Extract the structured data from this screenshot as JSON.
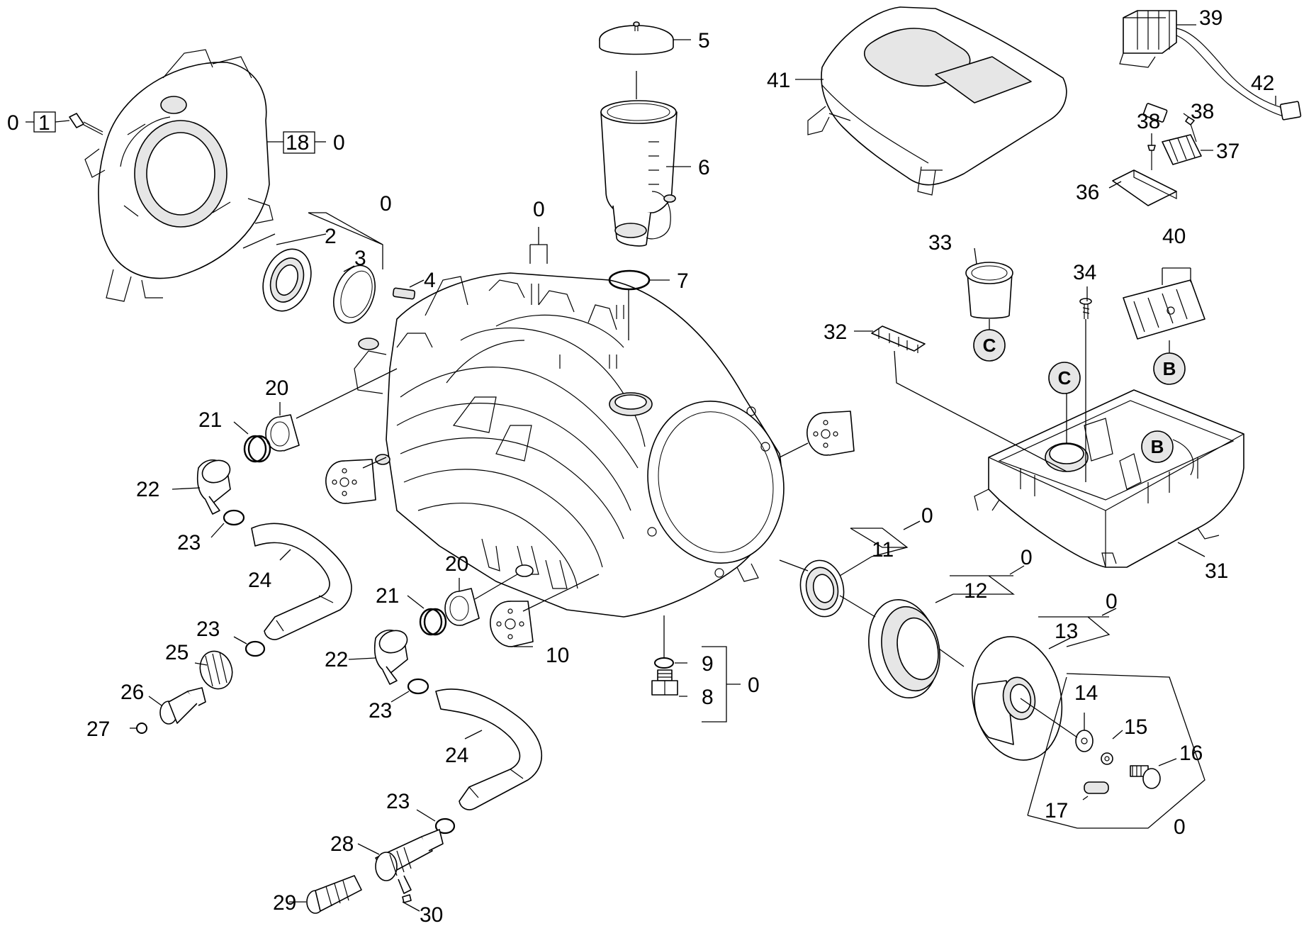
{
  "callouts": [
    {
      "id": "c1",
      "text": "0"
    },
    {
      "id": "c2",
      "text": "1"
    },
    {
      "id": "c3",
      "text": "18"
    },
    {
      "id": "c4",
      "text": "0"
    },
    {
      "id": "c5",
      "text": "0"
    },
    {
      "id": "c6",
      "text": "2"
    },
    {
      "id": "c7",
      "text": "3"
    },
    {
      "id": "c8",
      "text": "4"
    },
    {
      "id": "c9",
      "text": "0"
    },
    {
      "id": "c10",
      "text": "5"
    },
    {
      "id": "c11",
      "text": "6"
    },
    {
      "id": "c12",
      "text": "7"
    },
    {
      "id": "c13",
      "text": "41"
    },
    {
      "id": "c14",
      "text": "39"
    },
    {
      "id": "c15",
      "text": "42"
    },
    {
      "id": "c16",
      "text": "38"
    },
    {
      "id": "c17",
      "text": "38"
    },
    {
      "id": "c18",
      "text": "37"
    },
    {
      "id": "c19",
      "text": "36"
    },
    {
      "id": "c20",
      "text": "33"
    },
    {
      "id": "c21",
      "text": "40"
    },
    {
      "id": "c22",
      "text": "34"
    },
    {
      "id": "c23",
      "text": "32"
    },
    {
      "id": "c24",
      "text": "31"
    },
    {
      "id": "c25",
      "text": "20"
    },
    {
      "id": "c26",
      "text": "21"
    },
    {
      "id": "c27",
      "text": "22"
    },
    {
      "id": "c28",
      "text": "23"
    },
    {
      "id": "c29",
      "text": "24"
    },
    {
      "id": "c30",
      "text": "20"
    },
    {
      "id": "c31",
      "text": "21"
    },
    {
      "id": "c32",
      "text": "10"
    },
    {
      "id": "c33",
      "text": "23"
    },
    {
      "id": "c34",
      "text": "25"
    },
    {
      "id": "c35",
      "text": "22"
    },
    {
      "id": "c36",
      "text": "26"
    },
    {
      "id": "c37",
      "text": "27"
    },
    {
      "id": "c38",
      "text": "23"
    },
    {
      "id": "c39",
      "text": "24"
    },
    {
      "id": "c40",
      "text": "23"
    },
    {
      "id": "c41",
      "text": "28"
    },
    {
      "id": "c42",
      "text": "29"
    },
    {
      "id": "c43",
      "text": "30"
    },
    {
      "id": "c44",
      "text": "9"
    },
    {
      "id": "c45",
      "text": "8"
    },
    {
      "id": "c46",
      "text": "0"
    },
    {
      "id": "c47",
      "text": "0"
    },
    {
      "id": "c48",
      "text": "11"
    },
    {
      "id": "c49",
      "text": "0"
    },
    {
      "id": "c50",
      "text": "12"
    },
    {
      "id": "c51",
      "text": "0"
    },
    {
      "id": "c52",
      "text": "13"
    },
    {
      "id": "c53",
      "text": "14"
    },
    {
      "id": "c54",
      "text": "15"
    },
    {
      "id": "c55",
      "text": "16"
    },
    {
      "id": "c56",
      "text": "17"
    },
    {
      "id": "c57",
      "text": "0"
    }
  ],
  "reference_markers": [
    {
      "id": "r1",
      "text": "C"
    },
    {
      "id": "r2",
      "text": "B"
    },
    {
      "id": "r3",
      "text": "C"
    },
    {
      "id": "r4",
      "text": "B"
    }
  ]
}
